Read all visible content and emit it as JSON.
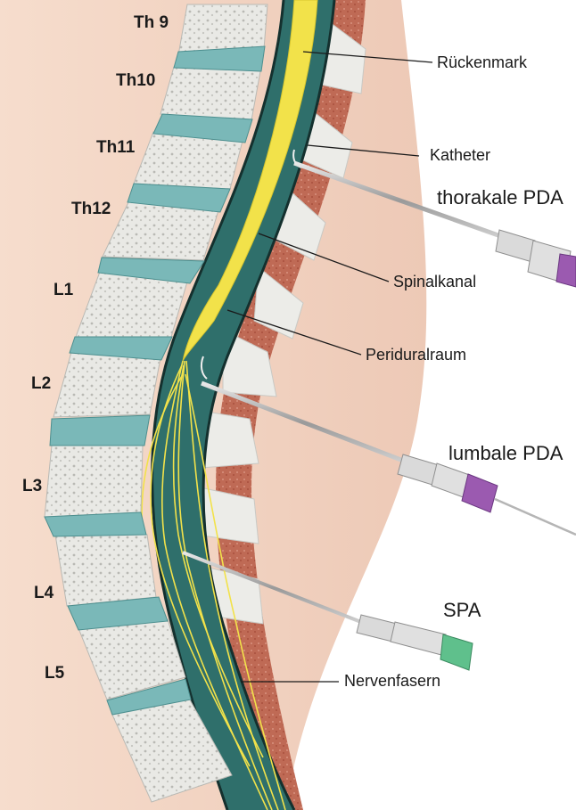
{
  "vertebrae": {
    "th9": "Th 9",
    "th10": "Th10",
    "th11": "Th11",
    "th12": "Th12",
    "l1": "L1",
    "l2": "L2",
    "l3": "L3",
    "l4": "L4",
    "l5": "L5"
  },
  "annotations": {
    "rueckenmark": "Rückenmark",
    "katheter": "Katheter",
    "thorakale_pda": "thorakale PDA",
    "spinalkanal": "Spinalkanal",
    "periduralraum": "Periduralraum",
    "lumbale_pda": "lumbale PDA",
    "spa": "SPA",
    "nervenfasern": "Nervenfasern"
  },
  "colors": {
    "skin": "#f1d3c0",
    "bone": "#e7e7e3",
    "disc": "#7ab8b8",
    "dura": "#2f6f6b",
    "cord": "#f2e24a",
    "ligament": "#b8604e",
    "hub_purple": "#9b5ab0",
    "hub_green": "#5fc08c"
  }
}
